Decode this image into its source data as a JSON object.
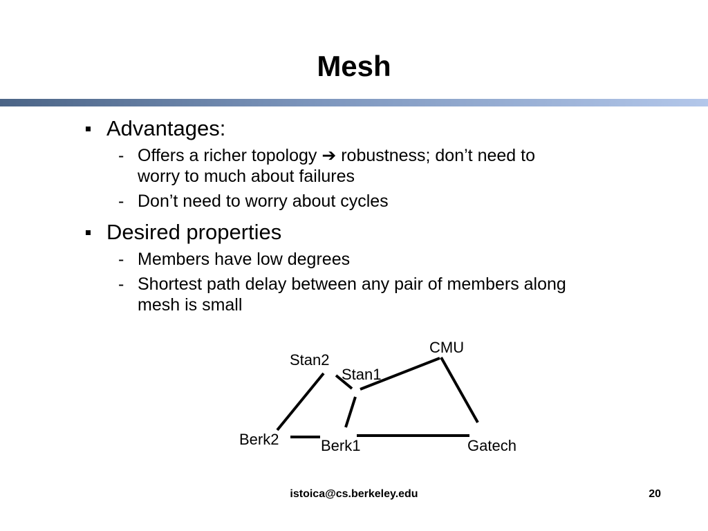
{
  "slide": {
    "title": "Mesh",
    "sections": [
      {
        "heading": "Advantages:",
        "items": [
          "Offers a richer topology ➔ robustness; don’t need to worry to much about failures",
          "Don’t need to worry about cycles"
        ]
      },
      {
        "heading": "Desired properties",
        "items": [
          "Members have low degrees",
          "Shortest path delay between any pair of members along mesh is small"
        ]
      }
    ],
    "dash": "-"
  },
  "diagram": {
    "nodes": [
      "Stan2",
      "Stan1",
      "CMU",
      "Berk2",
      "Berk1",
      "Gatech"
    ],
    "links": [
      [
        "Stan2",
        "Berk2"
      ],
      [
        "Stan2",
        "Stan1"
      ],
      [
        "Stan1",
        "CMU"
      ],
      [
        "Stan1",
        "Berk1"
      ],
      [
        "CMU",
        "Gatech"
      ],
      [
        "Berk2",
        "Berk1"
      ],
      [
        "Berk1",
        "Gatech"
      ]
    ]
  },
  "footer": {
    "email": "istoica@cs.berkeley.edu",
    "page": "20"
  }
}
